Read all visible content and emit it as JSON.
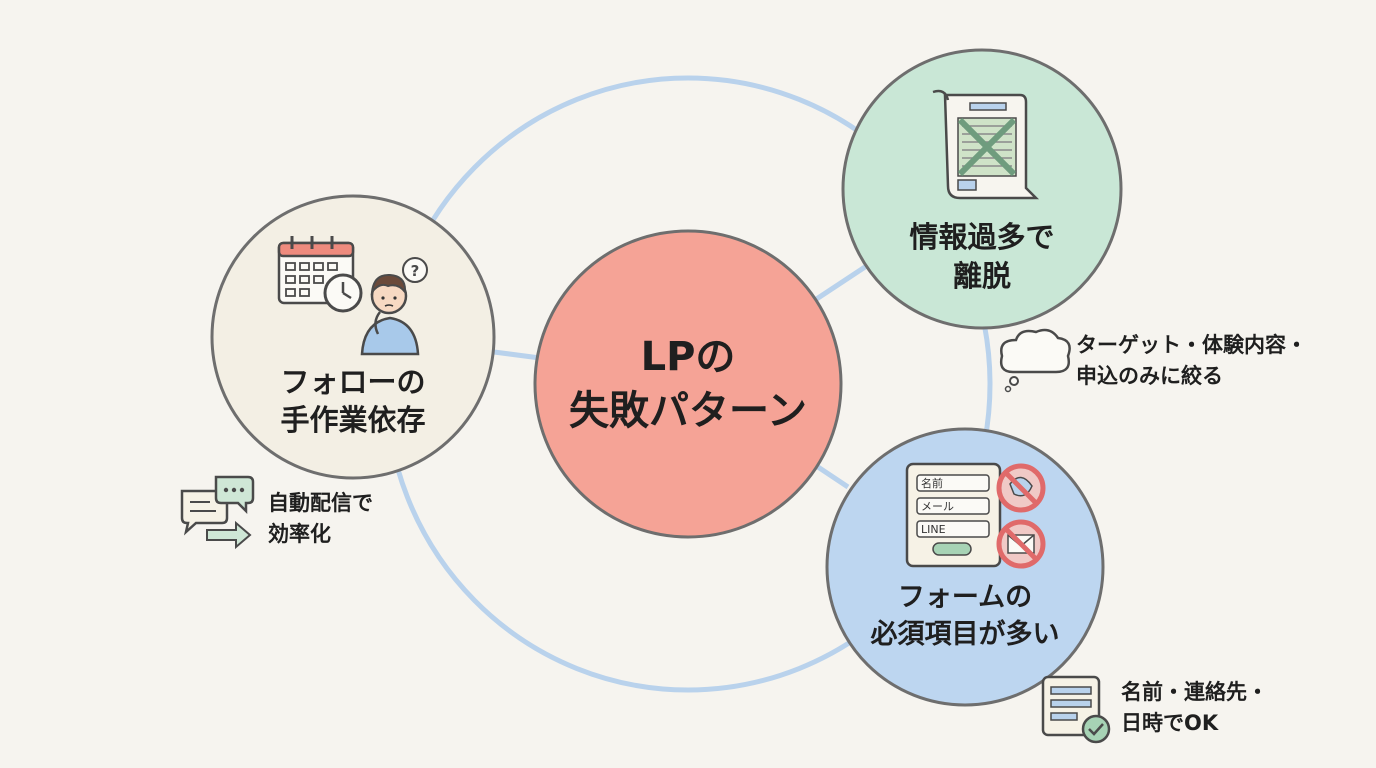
{
  "center": {
    "line1": "LPの",
    "line2": "失敗パターン"
  },
  "nodes": {
    "left": {
      "line1": "フォローの",
      "line2": "手作業依存"
    },
    "top_right": {
      "line1": "情報過多で",
      "line2": "離脱"
    },
    "bottom_right": {
      "line1": "フォームの",
      "line2": "必須項目が多い"
    }
  },
  "notes": {
    "left": {
      "line1": "自動配信で",
      "line2": "効率化"
    },
    "top_right": {
      "line1": "ターゲット・体験内容・",
      "line2": "申込のみに絞る"
    },
    "bottom_right": {
      "line1": "名前・連絡先・",
      "line2": "日時でOK"
    }
  },
  "form": {
    "field1": "名前",
    "field2": "メール",
    "field3": "LINE"
  },
  "colors": {
    "background": "#f6f4ef",
    "ring": "#b9d2ec",
    "center_fill": "#f5a396",
    "left_fill": "#f3efe4",
    "top_right_fill": "#c9e7d6",
    "bottom_right_fill": "#bdd6f0",
    "circle_stroke": "#6e6e6e",
    "prohibit_red": "#e06a6a"
  }
}
